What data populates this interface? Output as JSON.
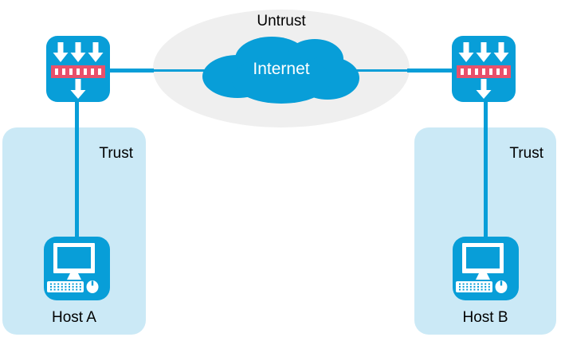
{
  "diagram": {
    "title": "firewall-trust-untrust-topology",
    "untrust_zone": {
      "label": "Untrust"
    },
    "internet": {
      "label": "Internet",
      "icon": "cloud-icon"
    },
    "trust_zone_left": {
      "label": "Trust"
    },
    "trust_zone_right": {
      "label": "Trust"
    },
    "host_a": {
      "label": "Host A",
      "icon": "desktop-computer-icon"
    },
    "host_b": {
      "label": "Host B",
      "icon": "desktop-computer-icon"
    },
    "firewall_left": {
      "icon": "firewall-traffic-filter-icon"
    },
    "firewall_right": {
      "icon": "firewall-traffic-filter-icon"
    },
    "colors": {
      "device_blue": "#089ED8",
      "trust_zone_fill": "#CBE9F6",
      "untrust_zone_fill": "#EFEFEF",
      "firewall_bar_red": "#E9506B",
      "icon_glyph_white": "#FFFFFF",
      "label_text": "#000000",
      "internet_text": "#FFFFFF"
    }
  }
}
